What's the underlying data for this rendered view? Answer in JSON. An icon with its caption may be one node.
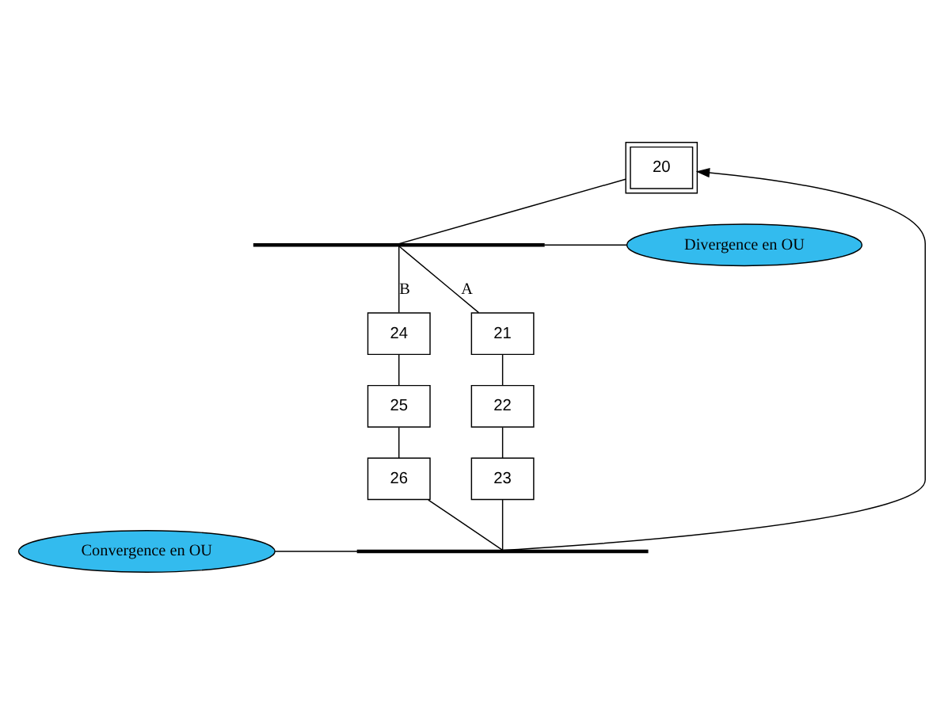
{
  "diagram": {
    "nodes": [
      {
        "text": [
          "20"
        ]
      },
      {
        "text": [],
        "shape": "bar"
      },
      {
        "text": [
          "21"
        ]
      },
      {
        "text": [
          "22"
        ]
      },
      {
        "text": [
          "23"
        ]
      },
      {
        "text": [
          "24"
        ]
      },
      {
        "text": [
          "25"
        ]
      },
      {
        "text": [
          "26"
        ]
      },
      {
        "text": [],
        "shape": "bar"
      },
      {
        "text": [
          "Divergence en OU"
        ]
      },
      {
        "text": [
          "Convergence en OU"
        ]
      }
    ],
    "edges": [
      {
        "from": 0,
        "to": 1,
        "arrow": "none"
      },
      {
        "from": 1,
        "to": 2,
        "arrow": "none",
        "label": "A"
      },
      {
        "from": 2,
        "to": 3,
        "arrow": "none"
      },
      {
        "from": 3,
        "to": 4,
        "arrow": "none"
      },
      {
        "from": 4,
        "to": 8,
        "arrow": "none"
      },
      {
        "from": 1,
        "to": 5,
        "arrow": "none",
        "label": "B"
      },
      {
        "from": 5,
        "to": 6,
        "arrow": "none"
      },
      {
        "from": 6,
        "to": 7,
        "arrow": "none"
      },
      {
        "from": 7,
        "to": 8,
        "arrow": "none"
      },
      {
        "from": 8,
        "to": 0,
        "arrow": "to"
      },
      {
        "from": 9,
        "to": 1,
        "arrow": "none"
      },
      {
        "from": 10,
        "to": 8,
        "arrow": "none"
      }
    ]
  }
}
